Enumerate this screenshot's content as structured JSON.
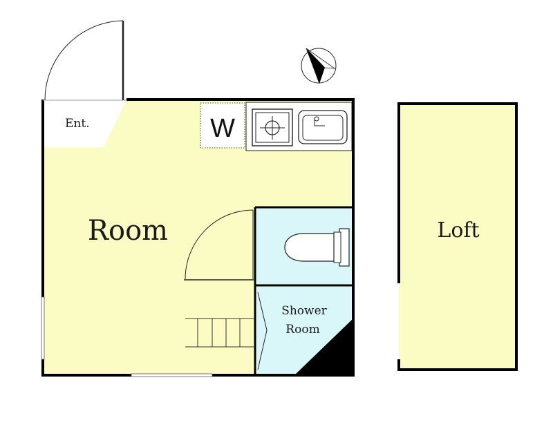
{
  "labels": {
    "entrance": "Ent.",
    "washer": "W",
    "room": "Room",
    "shower_line1": "Shower",
    "shower_line2": "Room",
    "loft": "Loft"
  },
  "colors": {
    "room_fill": "#fbfbc4",
    "wet_fill": "#d9f6f8",
    "wall": "#000000",
    "entrance_fill": "#ffffff"
  },
  "icons": [
    "compass-icon",
    "stove-icon",
    "sink-icon",
    "toilet-icon",
    "door-swing-icon",
    "stairs-icon"
  ]
}
